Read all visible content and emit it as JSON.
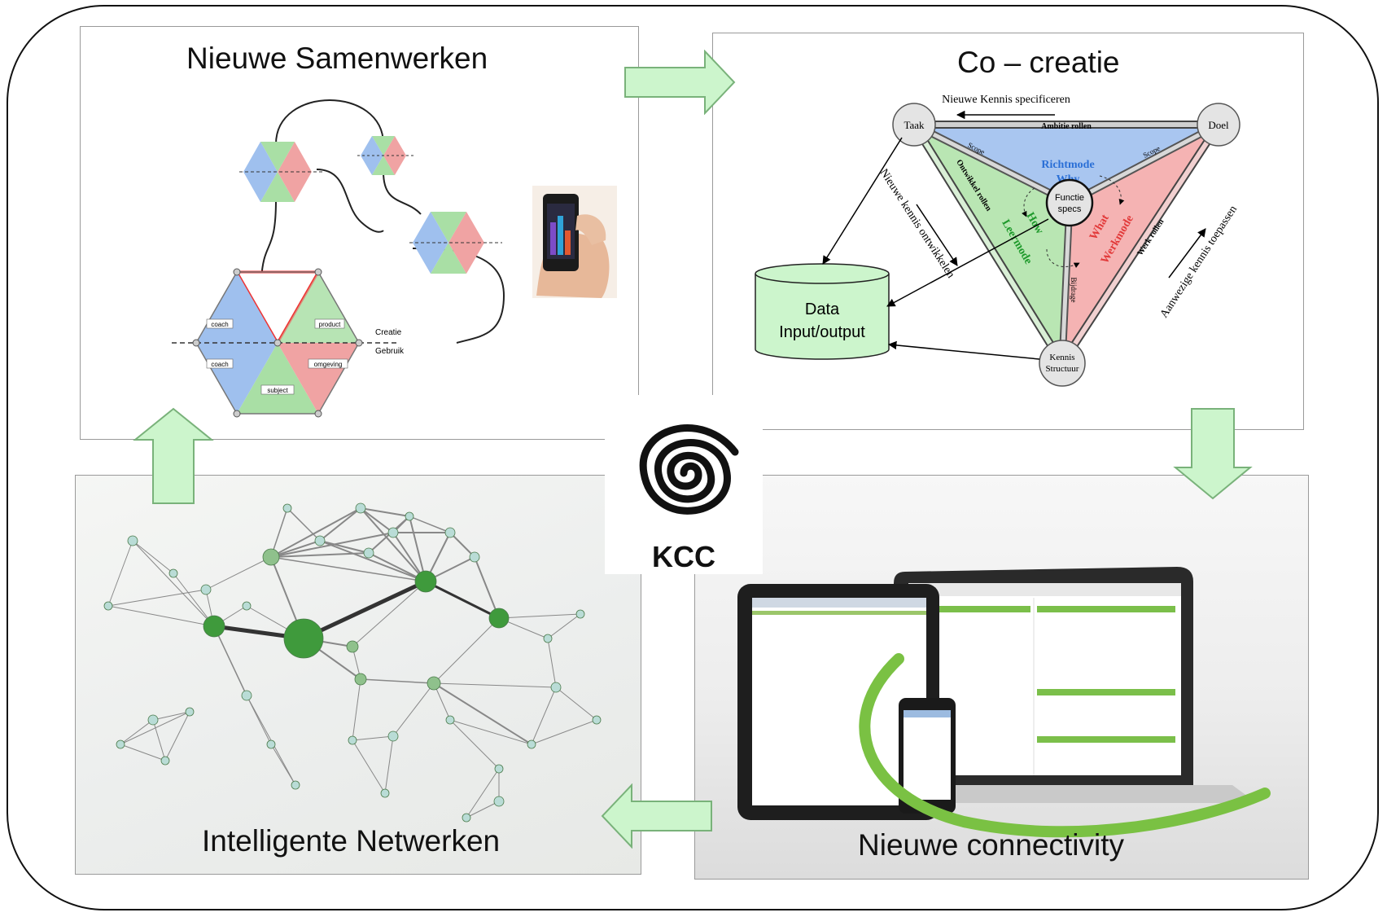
{
  "center_logo": {
    "label": "KCC",
    "icon": "spiral-icon"
  },
  "panels": {
    "samenwerken": {
      "title": "Nieuwe Samenwerken",
      "labels": {
        "creatie": "Creatie",
        "gebruik": "Gebruik"
      },
      "segments": [
        "coach",
        "product",
        "coach",
        "omgeving",
        "subject"
      ]
    },
    "cocreatie": {
      "title": "Co – creatie",
      "nodes": {
        "taak": "Taak",
        "doel": "Doel",
        "functie_1": "Functie",
        "functie_2": "specs",
        "kennis_1": "Kennis",
        "kennis_2": "Structuur"
      },
      "edges": {
        "top": "Ambitie rollen",
        "left": "Ontwikkel rollen",
        "right": "Werk rollen",
        "spoke_left": "Scope",
        "spoke_right": "Scope",
        "spoke_down": "Bijdrage"
      },
      "modes": {
        "richt_1": "Richtmode",
        "richt_2": "Why",
        "leer_1": "How",
        "leer_2": "Leermode",
        "werk_1": "What",
        "werk_2": "Werkmode"
      },
      "outer_labels": {
        "top": "Nieuwe Kennis specificeren",
        "left": "Nieuwe kennis ontwikkelen",
        "right": "Aanwezige kennis toepassen"
      },
      "datastore": {
        "line1": "Data",
        "line2": "Input/output"
      }
    },
    "netwerken": {
      "title": "Intelligente Netwerken"
    },
    "connectivity": {
      "title": "Nieuwe connectivity"
    }
  },
  "colors": {
    "arrow_fill": "#ccf5cc",
    "arrow_stroke": "#79b27a",
    "blue_face": "#9fc0ee",
    "green_face": "#a9dfa5",
    "red_face": "#f0a3a3",
    "network_node": "#3f9a3c"
  }
}
